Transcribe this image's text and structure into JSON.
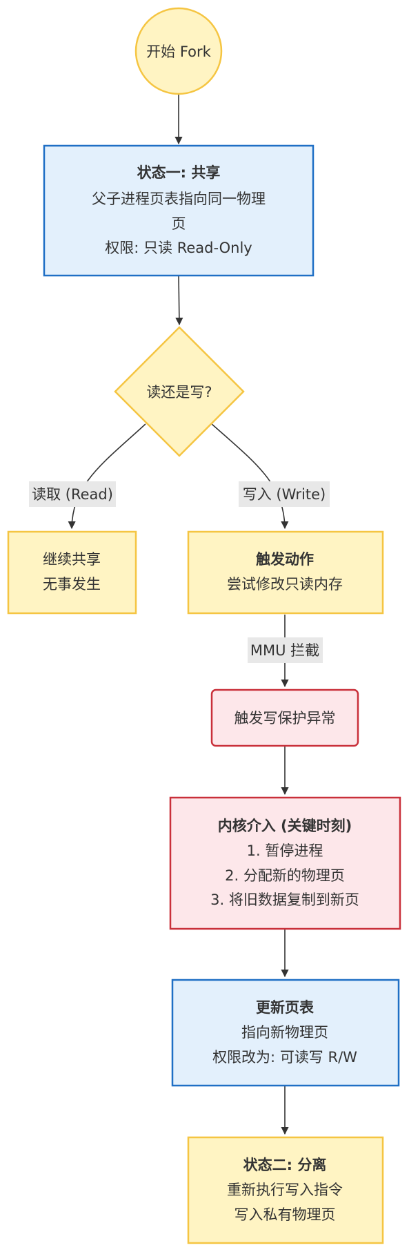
{
  "colors": {
    "yellow_fill": "#fff4c3",
    "yellow_stroke": "#f5c542",
    "blue_fill": "#e3f0fc",
    "blue_stroke": "#1f6fc5",
    "red_fill": "#fde7ea",
    "red_stroke": "#c9303a",
    "edge": "#333333",
    "label_bg": "#e8e8e8"
  },
  "nodes": {
    "start": {
      "label": "开始 Fork"
    },
    "state_one": {
      "title": "状态一: 共享",
      "line1": "父子进程页表指向同一物理",
      "line2": "页",
      "line3": "权限: 只读 Read-Only"
    },
    "decision": {
      "label": "读还是写?"
    },
    "keep_shared": {
      "line1": "继续共享",
      "line2": "无事发生"
    },
    "trigger_action": {
      "title": "触发动作",
      "line1": "尝试修改只读内存"
    },
    "write_fault": {
      "label": "触发写保护异常"
    },
    "kernel": {
      "title": "内核介入 (关键时刻)",
      "line1": "1. 暂停进程",
      "line2": "2. 分配新的物理页",
      "line3": "3. 将旧数据复制到新页"
    },
    "update_pt": {
      "title": "更新页表",
      "line1": "指向新物理页",
      "line2": "权限改为: 可读写 R/W"
    },
    "state_two": {
      "title": "状态二: 分离",
      "line1": "重新执行写入指令",
      "line2": "写入私有物理页"
    }
  },
  "edges": {
    "read_label": "读取 (Read)",
    "write_label": "写入 (Write)",
    "mmu_label": "MMU 拦截"
  }
}
